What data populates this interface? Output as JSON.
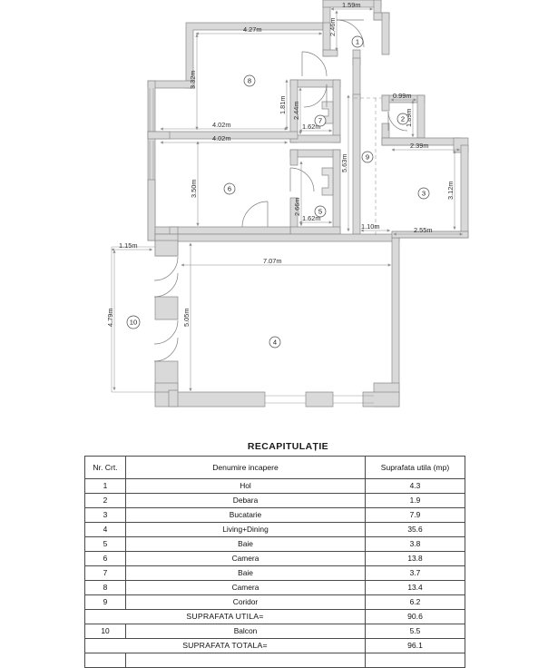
{
  "plan": {
    "room_numbers": [
      "1",
      "2",
      "3",
      "4",
      "5",
      "6",
      "7",
      "8",
      "9",
      "10"
    ],
    "dimensions": {
      "d_1_59": "1.59m",
      "d_2_46": "2.46m",
      "d_4_27": "4.27m",
      "d_3_32": "3.32m",
      "d_1_81": "1.81m",
      "d_0_99": "0.99m",
      "d_1_89": "1.89m",
      "d_2_44": "2.44m",
      "d_1_62_top": "1.62m",
      "d_4_02_upper": "4.02m",
      "d_4_02_lower": "4.02m",
      "d_3_50": "3.50m",
      "d_2_39": "2.39m",
      "d_3_12": "3.12m",
      "d_5_63": "5.63m",
      "d_2_66": "2.66m",
      "d_1_62_bottom": "1.62m",
      "d_1_10": "1.10m",
      "d_2_55": "2.55m",
      "d_1_15": "1.15m",
      "d_4_79": "4.79m",
      "d_7_07": "7.07m",
      "d_5_05": "5.05m"
    }
  },
  "recap": {
    "title": "RECAPITULAȚIE",
    "headers": {
      "nr": "Nr. Crt.",
      "name": "Denumire incapere",
      "area": "Suprafata utila (mp)"
    },
    "rows": [
      {
        "nr": "1",
        "name": "Hol",
        "area": "4.3"
      },
      {
        "nr": "2",
        "name": "Debara",
        "area": "1.9"
      },
      {
        "nr": "3",
        "name": "Bucatarie",
        "area": "7.9"
      },
      {
        "nr": "4",
        "name": "Living+Dining",
        "area": "35.6"
      },
      {
        "nr": "5",
        "name": "Baie",
        "area": "3.8"
      },
      {
        "nr": "6",
        "name": "Camera",
        "area": "13.8"
      },
      {
        "nr": "7",
        "name": "Baie",
        "area": "3.7"
      },
      {
        "nr": "8",
        "name": "Camera",
        "area": "13.4"
      },
      {
        "nr": "9",
        "name": "Coridor",
        "area": "6.2"
      }
    ],
    "subtotal": {
      "label": "SUPRAFATA UTILA=",
      "value": "90.6"
    },
    "balcony": {
      "nr": "10",
      "name": "Balcon",
      "area": "5.5"
    },
    "total": {
      "label": "SUPRAFATA TOTALA=",
      "value": "96.1"
    }
  },
  "colors": {
    "wall_fill": "#d9d9d9",
    "wall_stroke": "#8a8a8a",
    "dim_line": "#8e8e8e",
    "table_border": "#4a4a4a"
  }
}
